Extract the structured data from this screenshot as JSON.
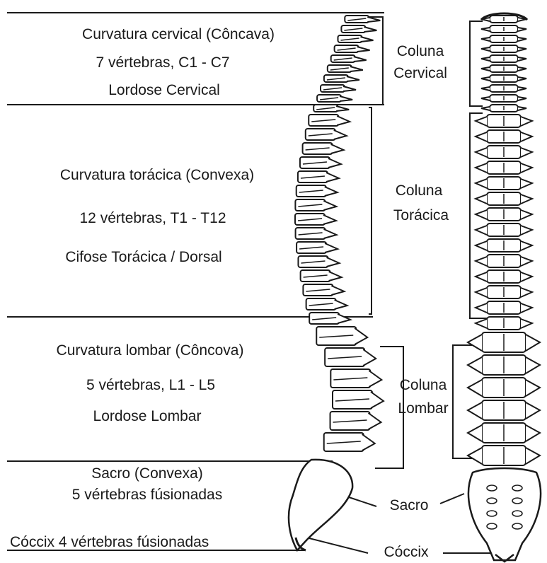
{
  "regions": {
    "cervical": {
      "line1": "Curvatura cervical (Côncava)",
      "line2": "7 vértebras, C1 - C7",
      "line3": "Lordose Cervical"
    },
    "thoracic": {
      "line1": "Curvatura torácica (Convexa)",
      "line2": "12 vértebras, T1 - T12",
      "line3": "Cifose Torácica / Dorsal"
    },
    "lumbar": {
      "line1": "Curvatura lombar (Côncova)",
      "line2": "5 vértebras, L1 - L5",
      "line3": "Lordose Lombar"
    },
    "sacrum": {
      "line1": "Sacro (Convexa)",
      "line2": "5 vértebras fúsionadas"
    },
    "coccyx": {
      "line1": "Cóccix 4 vértebras fúsionadas"
    }
  },
  "column_labels": {
    "cervical": [
      "Coluna",
      "Cervical"
    ],
    "thoracic": [
      "Coluna",
      "Torácica"
    ],
    "lumbar": [
      "Coluna",
      "Lombar"
    ],
    "sacro": "Sacro",
    "coccix": "Cóccix"
  },
  "colors": {
    "ink": "#1a1a1a",
    "background": "#ffffff"
  }
}
